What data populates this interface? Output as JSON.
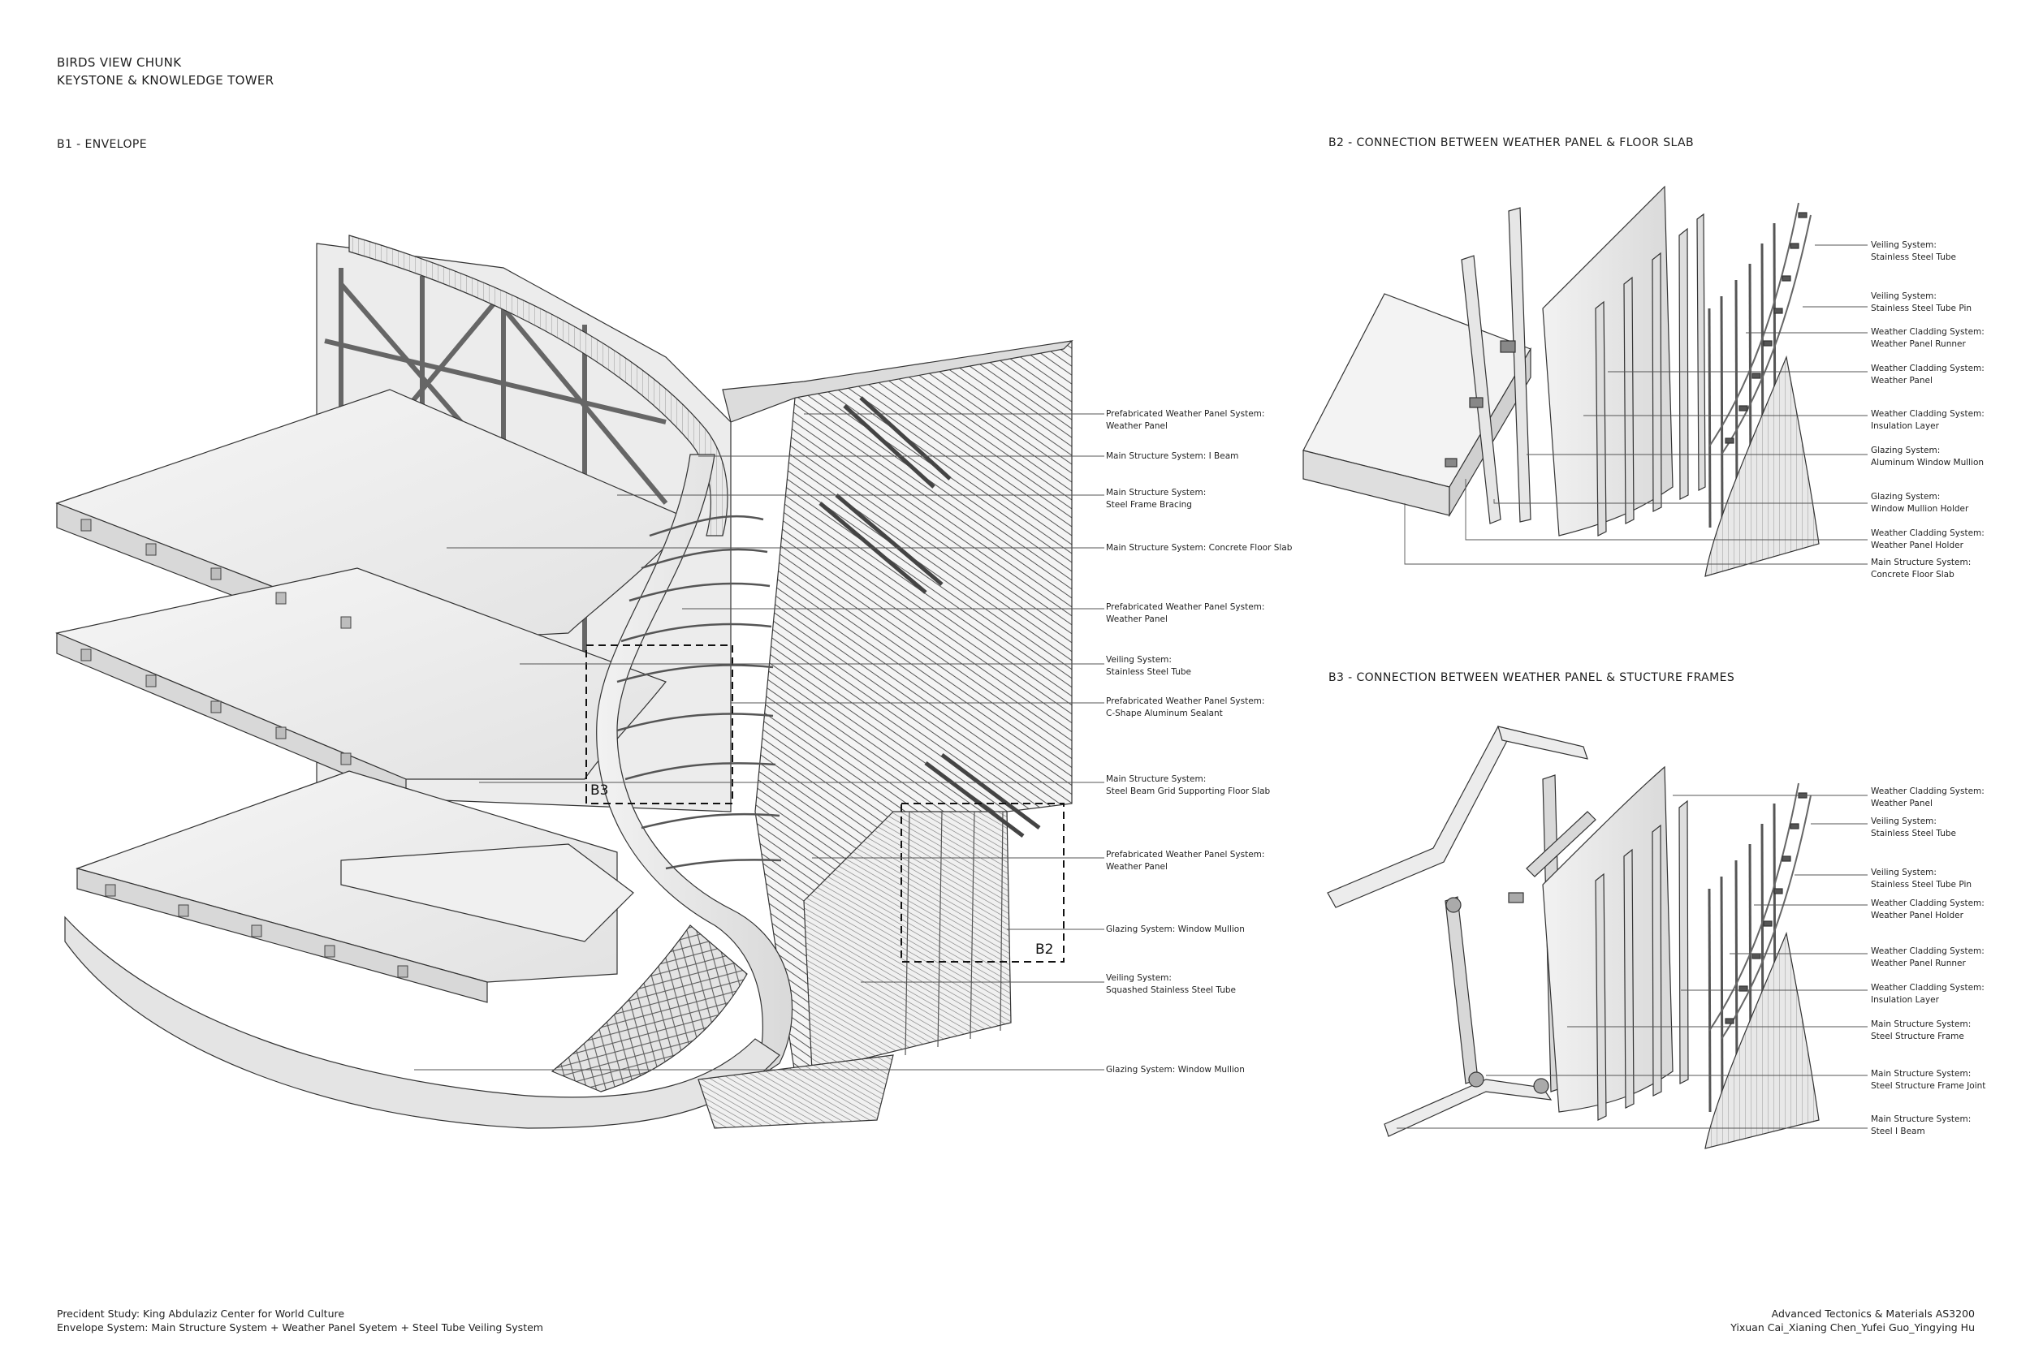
{
  "header": {
    "line1": "BIRDS VIEW CHUNK",
    "line2": "KEYSTONE & KNOWLEDGE TOWER"
  },
  "sections": {
    "b1": "B1 - ENVELOPE",
    "b2": "B2 - CONNECTION BETWEEN WEATHER PANEL & FLOOR SLAB",
    "b3": "B3 - CONNECTION BETWEEN WEATHER PANEL & STUCTURE FRAMES"
  },
  "detail_boxes": {
    "b3": "B3",
    "b2": "B2"
  },
  "b1_labels": [
    {
      "l1": "Prefabricated Weather Panel System:",
      "l2": "Weather Panel"
    },
    {
      "l1": "Main Structure System:  I Beam",
      "l2": ""
    },
    {
      "l1": "Main Structure System:",
      "l2": "Steel Frame Bracing"
    },
    {
      "l1": "Main Structure System: Concrete Floor Slab",
      "l2": ""
    },
    {
      "l1": "Prefabricated Weather Panel System:",
      "l2": "Weather Panel"
    },
    {
      "l1": "Veiling System:",
      "l2": "Stainless Steel Tube"
    },
    {
      "l1": "Prefabricated Weather Panel System:",
      "l2": "C-Shape Aluminum Sealant"
    },
    {
      "l1": "Main Structure System:",
      "l2": "Steel Beam Grid Supporting Floor Slab"
    },
    {
      "l1": "Prefabricated Weather Panel System:",
      "l2": "Weather Panel"
    },
    {
      "l1": "Glazing System: Window Mullion",
      "l2": ""
    },
    {
      "l1": "Veiling System:",
      "l2": "Squashed Stainless Steel Tube"
    },
    {
      "l1": "Glazing System: Window Mullion",
      "l2": ""
    }
  ],
  "b2_labels": [
    {
      "l1": "Veiling System:",
      "l2": "Stainless Steel Tube"
    },
    {
      "l1": "Veiling System:",
      "l2": "Stainless Steel Tube Pin"
    },
    {
      "l1": "Weather Cladding System:",
      "l2": "Weather Panel Runner"
    },
    {
      "l1": "Weather Cladding System:",
      "l2": "Weather Panel"
    },
    {
      "l1": "Weather Cladding System:",
      "l2": "Insulation Layer"
    },
    {
      "l1": "Glazing System:",
      "l2": "Aluminum Window Mullion"
    },
    {
      "l1": "Glazing System:",
      "l2": "Window Mullion Holder"
    },
    {
      "l1": "Weather Cladding System:",
      "l2": "Weather Panel Holder"
    },
    {
      "l1": "Main Structure System:",
      "l2": "Concrete Floor Slab"
    }
  ],
  "b3_labels": [
    {
      "l1": "Weather Cladding System:",
      "l2": "Weather Panel"
    },
    {
      "l1": "Veiling System:",
      "l2": "Stainless Steel Tube"
    },
    {
      "l1": "Veiling System:",
      "l2": "Stainless Steel Tube Pin"
    },
    {
      "l1": "Weather Cladding System:",
      "l2": "Weather Panel Holder"
    },
    {
      "l1": "Weather Cladding System:",
      "l2": "Weather Panel Runner"
    },
    {
      "l1": "Weather Cladding System:",
      "l2": "Insulation Layer"
    },
    {
      "l1": "Main Structure System:",
      "l2": "Steel Structure Frame"
    },
    {
      "l1": "Main Structure System:",
      "l2": "Steel Structure Frame Joint"
    },
    {
      "l1": "Main Structure System:",
      "l2": "Steel I Beam"
    }
  ],
  "footer_left": {
    "line1": "Precident Study: King Abdulaziz Center for World Culture",
    "line2": "Envelope System: Main Structure System + Weather Panel Syetem + Steel Tube Veiling System"
  },
  "footer_right": {
    "line1": "Advanced Tectonics & Materials  AS3200",
    "line2": "Yixuan Cai_Xianing Chen_Yufei Guo_Yingying Hu"
  }
}
